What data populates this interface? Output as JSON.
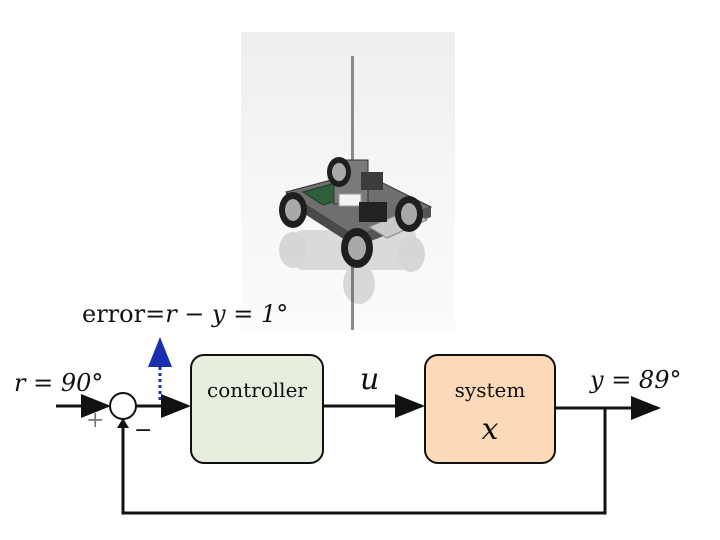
{
  "labels": {
    "error_label": "error=",
    "error_expr": "r − y = 1°",
    "reference": "r = 90°",
    "plus_sign": "+",
    "minus_sign": "−",
    "control_signal": "u",
    "output": "y = 89°"
  },
  "blocks": {
    "controller": {
      "label": "controller",
      "fill": "#e8eedd"
    },
    "system": {
      "label": "system",
      "state": "x",
      "fill": "#fcd9b9"
    }
  },
  "colors": {
    "error_arrow": "#1a2fb0",
    "lines": "#111111"
  }
}
